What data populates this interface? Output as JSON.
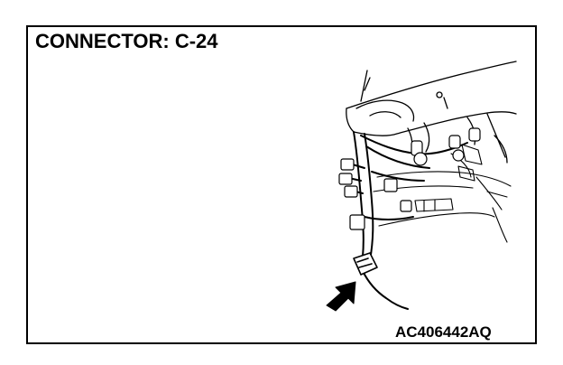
{
  "diagram": {
    "title": "CONNECTOR: C-24",
    "illustration_id": "AC406442AQ",
    "subject": "wiring harness behind instrument panel",
    "indicator": "arrow-icon pointing to connector"
  }
}
